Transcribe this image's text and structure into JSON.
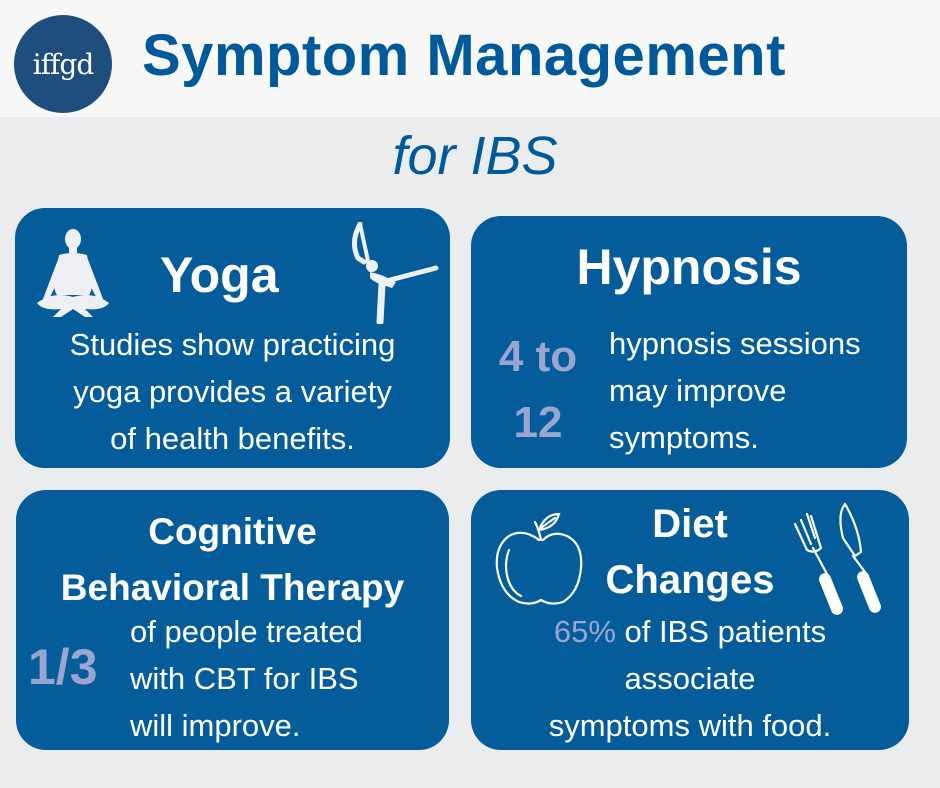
{
  "header": {
    "logo_text": "iffgd",
    "title": "Symptom Management",
    "subtitle": "for IBS"
  },
  "cards": {
    "yoga": {
      "title": "Yoga",
      "lines": [
        "Studies show practicing",
        "yoga provides a variety",
        "of health benefits."
      ],
      "icons": [
        "meditation-pose-icon",
        "dancer-pose-icon"
      ]
    },
    "hypnosis": {
      "title": "Hypnosis",
      "stat_line1": "4 to",
      "stat_line2": "12",
      "lines": [
        "hypnosis sessions",
        "may improve",
        "symptoms."
      ]
    },
    "cbt": {
      "title_line1": "Cognitive",
      "title_line2": "Behavioral Therapy",
      "stat": "1/3",
      "lines": [
        "of people treated",
        "with CBT for IBS",
        "will improve."
      ]
    },
    "diet": {
      "title_line1": "Diet",
      "title_line2": "Changes",
      "stat": "65%",
      "line1_rest": " of IBS patients",
      "lines": [
        "associate",
        "symptoms with food."
      ],
      "icons": [
        "apple-icon",
        "fork-knife-icon"
      ]
    }
  },
  "colors": {
    "brand_blue": "#00599b",
    "card_blue": "#045c9b",
    "accent_lavender": "#9aa6cf",
    "background": "#ebecee",
    "header_bg": "#f8f8f8"
  }
}
